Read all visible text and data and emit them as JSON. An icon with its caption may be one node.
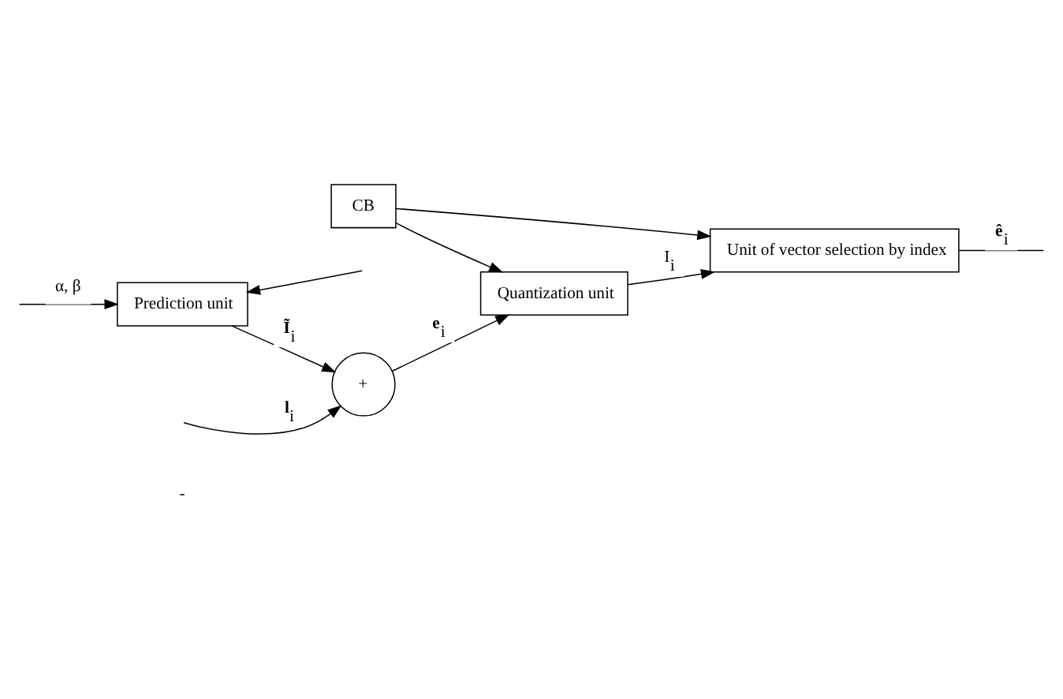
{
  "diagram": {
    "nodes": [
      {
        "text": [
          "CB"
        ]
      },
      {
        "text": [
          "+"
        ]
      },
      {
        "text": [
          "Quantization unit"
        ]
      },
      {
        "text": [
          "Unit of vector selection by index"
        ]
      },
      {
        "text": [
          "Prediction unit"
        ]
      }
    ],
    "edges": [
      {
        "from": 0,
        "to": 2,
        "arrow": "to"
      },
      {
        "from": 0,
        "to": 3,
        "arrow": "to"
      },
      {
        "from": null,
        "to": 1,
        "arrow": "to",
        "label": "**l**$_{i}$"
      },
      {
        "from": 1,
        "to": 2,
        "arrow": "to",
        "label": "**e**$_{i}$"
      },
      {
        "from": 2,
        "to": 3,
        "arrow": "to",
        "label": "I$_{i}$"
      },
      {
        "from": 3,
        "to": null,
        "arrow": "none",
        "label": "**ê**$_{i}$"
      },
      {
        "from": null,
        "to": 4,
        "arrow": "to"
      },
      {
        "from": 4,
        "to": 1,
        "arrow": "to",
        "label": "**Ĩ**$_{i}$"
      },
      {
        "from": null,
        "to": 4,
        "arrow": "to",
        "label": "α, β"
      }
    ],
    "labels": [
      "-"
    ]
  }
}
